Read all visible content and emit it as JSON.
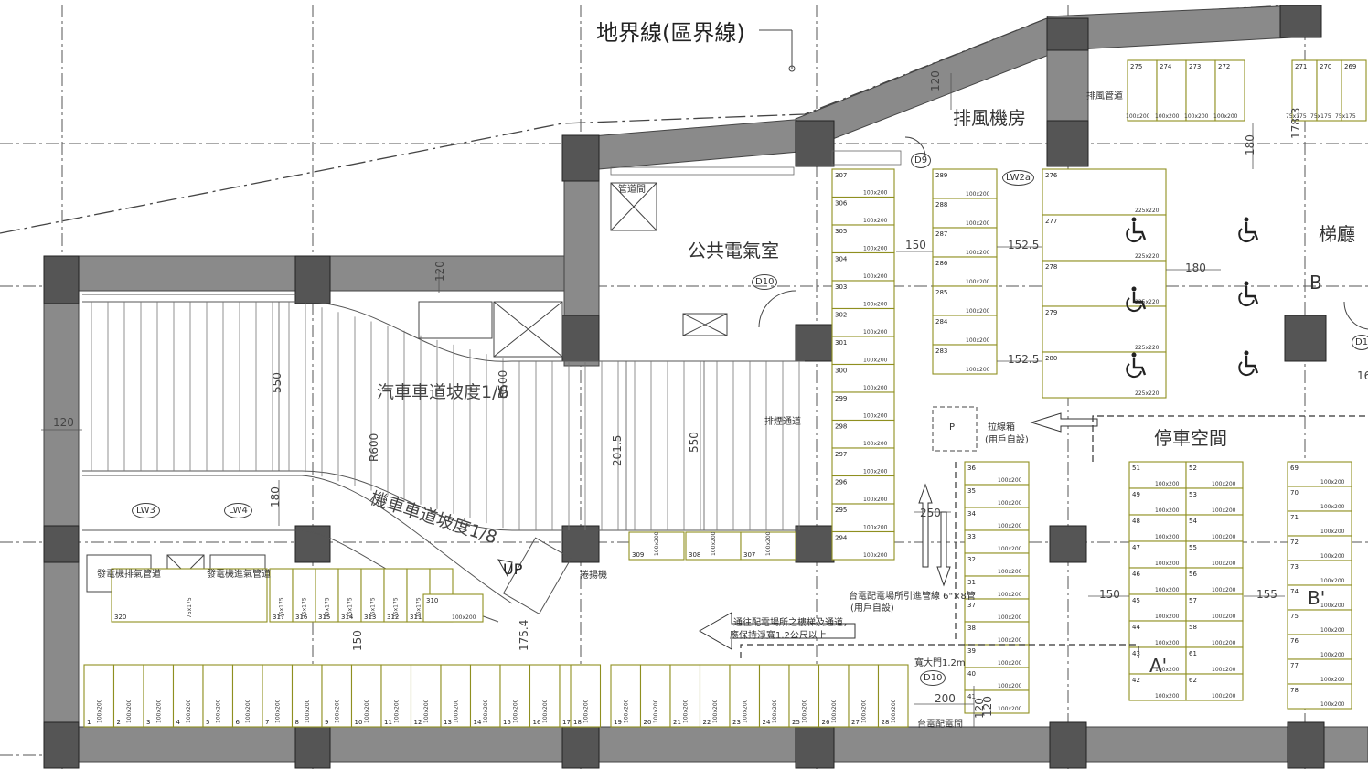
{
  "labels": {
    "boundary": "地界線(區界線)",
    "exhaust_room": "排風機房",
    "exhaust_shaft": "排風管道",
    "elec_room": "公共電氣室",
    "pipe_shaft": "管道間",
    "car_ramp": "汽車車道坡度1/6",
    "moto_ramp": "機車車道坡度1/8",
    "parking": "停車空間",
    "stair_hall": "梯廳",
    "gen_shaft": "發電機排氣管道",
    "fuel_shaft": "發電機進氣管道",
    "exhaust_vent": "排煙通道",
    "winch": "捲揚機",
    "pull_box": "拉線箱",
    "pull_box_note": "(用戶自設)",
    "up": "UP",
    "taipower_pipe": "台電配電場所引進管線 6\"×8管",
    "taipower_pipe_note": "(用戶自設)",
    "taipower_note_1": "通往配電場所之樓梯及通道，",
    "taipower_note_2": "應保持淨寬1.2公尺以上",
    "gate_note": "寬大門1.2m",
    "taipower_room": "台電配電間",
    "p_mark": "P"
  },
  "tags": [
    "D9",
    "D10",
    "D10",
    "LW2a",
    "LW3",
    "LW4",
    "D1"
  ],
  "section_marks": [
    "A'",
    "B'",
    "B"
  ],
  "dims": [
    "120",
    "120",
    "120",
    "120",
    "150",
    "152.5",
    "152.5",
    "180",
    "180",
    "178.3",
    "550",
    "550",
    "201.5",
    "R500",
    "R600",
    "180",
    "150",
    "175.4",
    "250",
    "200",
    "120",
    "150",
    "155",
    "16"
  ],
  "stalls": {
    "top_right": [
      "275",
      "274",
      "273",
      "272",
      "271",
      "270",
      "269"
    ],
    "col_a": [
      "307",
      "306",
      "305",
      "304",
      "303",
      "302",
      "301",
      "300",
      "299",
      "298",
      "297",
      "296",
      "295",
      "294"
    ],
    "col_b": [
      "289",
      "288",
      "287",
      "286",
      "285",
      "284",
      "283"
    ],
    "col_c": [
      "276",
      "277",
      "278",
      "279",
      "280"
    ],
    "row_moto": [
      "317",
      "316",
      "315",
      "314",
      "313",
      "312",
      "311",
      "310",
      "320"
    ],
    "bottom": [
      "1",
      "2",
      "3",
      "4",
      "5",
      "6",
      "7",
      "8",
      "9",
      "10",
      "11",
      "12",
      "13",
      "14",
      "15",
      "16",
      "17",
      "18",
      "19",
      "20",
      "21",
      "22",
      "23",
      "24",
      "25",
      "26",
      "27",
      "28"
    ],
    "mid_a": [
      "36",
      "35",
      "34",
      "33",
      "32",
      "31",
      "37",
      "38",
      "39",
      "40",
      "41"
    ],
    "mid_b": [
      "51",
      "52",
      "49",
      "53",
      "48",
      "54",
      "47",
      "55",
      "46",
      "56",
      "45",
      "57",
      "44",
      "58",
      "43",
      "61",
      "42",
      "62"
    ],
    "mid_c": [
      "69",
      "70",
      "71",
      "72",
      "73",
      "74",
      "75",
      "76",
      "77",
      "78"
    ],
    "size_large": "100x200",
    "size_small": "75x175",
    "size_accessible": "225x220"
  }
}
